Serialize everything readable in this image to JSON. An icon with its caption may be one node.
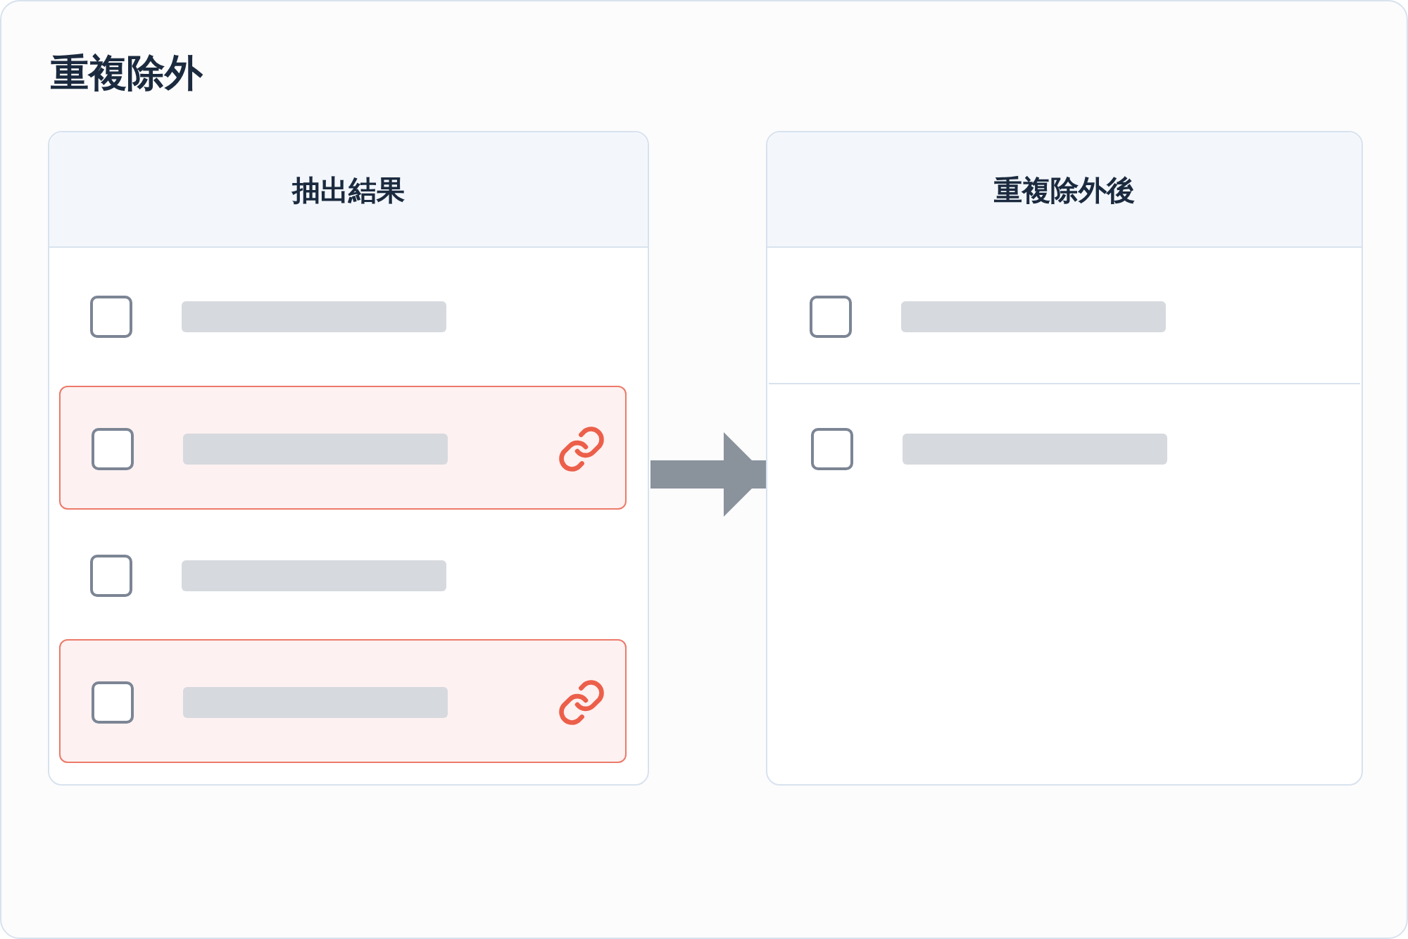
{
  "diagram": {
    "title": "重複除外",
    "nodes": [
      {
        "text": [
          "抽出結果"
        ]
      },
      {
        "text": [],
        "shape": "box",
        "in": 0
      },
      {
        "text": [],
        "shape": "box",
        "in": 0
      },
      {
        "text": [],
        "shape": "box",
        "in": 0
      },
      {
        "text": [],
        "shape": "box",
        "in": 0
      },
      {
        "text": [
          "重複除外後"
        ]
      },
      {
        "text": [],
        "shape": "box",
        "in": 5
      },
      {
        "text": [],
        "shape": "box",
        "in": 5
      }
    ],
    "edges": [
      {
        "from": 0,
        "to": 5,
        "arrow": "to"
      }
    ]
  }
}
